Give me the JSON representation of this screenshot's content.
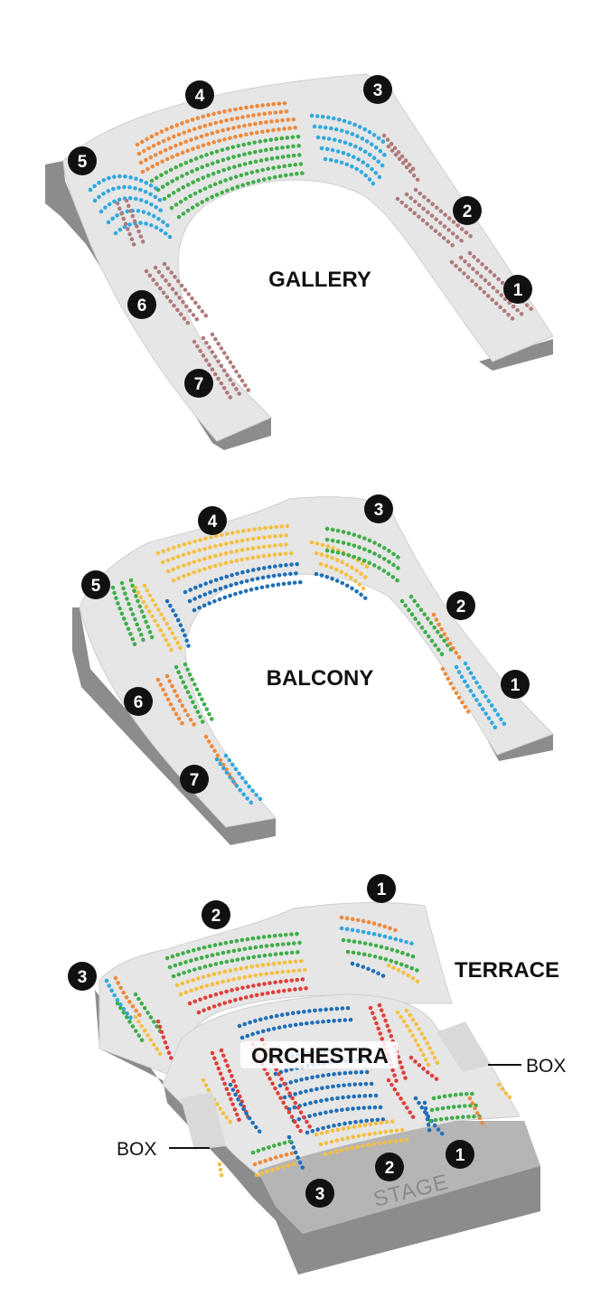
{
  "colors": {
    "orange": "#f08a3c",
    "green": "#3fae49",
    "sky": "#2fa9df",
    "mauve": "#b07a7a",
    "yellow": "#f5c042",
    "blue": "#1f6fb8",
    "red": "#e0403a",
    "floor": "#e6e6e6",
    "wall": "#8c8c8c",
    "badge": "#111111"
  },
  "gallery": {
    "title": "GALLERY",
    "sections": [
      "1",
      "2",
      "3",
      "4",
      "5",
      "6",
      "7"
    ]
  },
  "balcony": {
    "title": "BALCONY",
    "sections": [
      "1",
      "2",
      "3",
      "4",
      "5",
      "6",
      "7"
    ]
  },
  "orchestra": {
    "title": "ORCHESTRA",
    "terrace_title": "TERRACE",
    "box_label_right": "BOX",
    "box_label_left": "BOX",
    "stage_label": "STAGE",
    "terrace_sections": [
      "1",
      "2",
      "3"
    ],
    "orchestra_sections": [
      "1",
      "2",
      "3"
    ]
  }
}
